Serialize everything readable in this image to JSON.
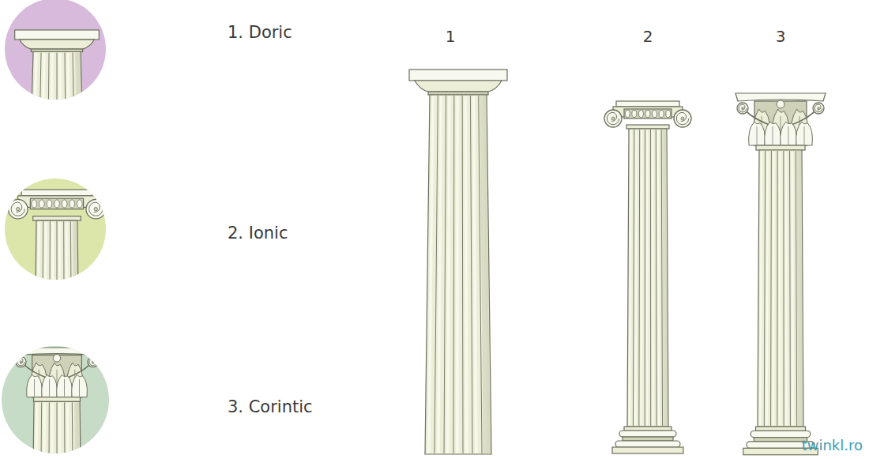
{
  "diagram": {
    "labels": [
      "1. Doric",
      "2. Ionic",
      "3. Corintic",
      "1",
      "2",
      "3",
      "twinkl.ro"
    ]
  }
}
